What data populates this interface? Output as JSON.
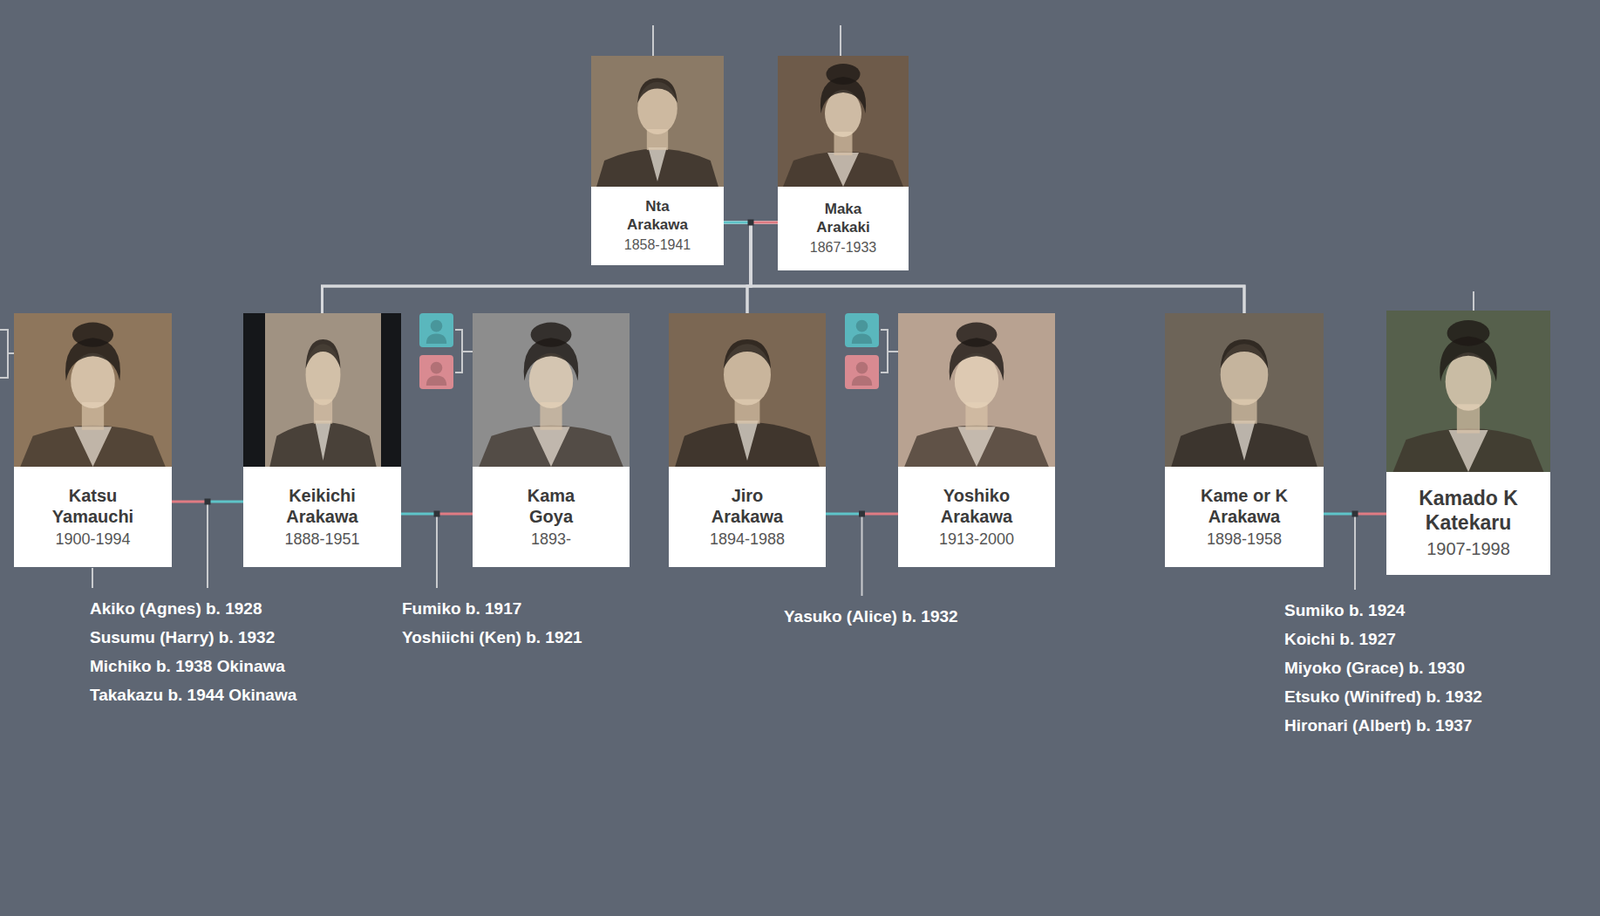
{
  "diagram": {
    "nodes": [
      {
        "text": [
          "Nta Arakawa",
          "1858-1941"
        ]
      },
      {
        "text": [
          "Maka Arakaki",
          "1867-1933"
        ]
      },
      {
        "text": [
          "Katsu Yamauchi",
          "1900-1994"
        ]
      },
      {
        "text": [
          "Keikichi Arakawa",
          "1888-1951"
        ]
      },
      {
        "text": [
          "Kama Goya",
          "1893-"
        ]
      },
      {
        "text": [
          "Jiro Arakawa",
          "1894-1988"
        ]
      },
      {
        "text": [
          "Yoshiko Arakawa",
          "1913-2000"
        ]
      },
      {
        "text": [
          "Kame or K Arakawa",
          "1898-1958"
        ]
      },
      {
        "text": [
          "Kamado K Katekaru",
          "1907-1998"
        ]
      }
    ],
    "edges": [
      {
        "from": 0,
        "to": 1,
        "arrow": "none"
      },
      {
        "from": 0,
        "to": 3,
        "arrow": "none"
      },
      {
        "from": 0,
        "to": 5,
        "arrow": "none"
      },
      {
        "from": 0,
        "to": 7,
        "arrow": "none"
      },
      {
        "from": 1,
        "to": 3,
        "arrow": "none"
      },
      {
        "from": 1,
        "to": 5,
        "arrow": "none"
      },
      {
        "from": 1,
        "to": 7,
        "arrow": "none"
      },
      {
        "from": 3,
        "to": 2,
        "arrow": "none"
      },
      {
        "from": 3,
        "to": 4,
        "arrow": "none"
      },
      {
        "from": 5,
        "to": 6,
        "arrow": "none"
      },
      {
        "from": 7,
        "to": 8,
        "arrow": "none"
      }
    ],
    "labels": [
      "Akiko (Agnes) b. 1928",
      "Susumu (Harry) b. 1932",
      "Michiko b. 1938 Okinawa",
      "Takakazu b. 1944 Okinawa",
      "Fumiko b. 1917",
      "Yoshiichi (Ken) b. 1921",
      "Yasuko (Alice) b. 1932",
      "Sumiko b. 1924",
      "Koichi b. 1927",
      "Miyoko (Grace) b. 1930",
      "Etsuko (Winifred) b. 1932",
      "Hironari (Albert) b. 1937"
    ]
  }
}
